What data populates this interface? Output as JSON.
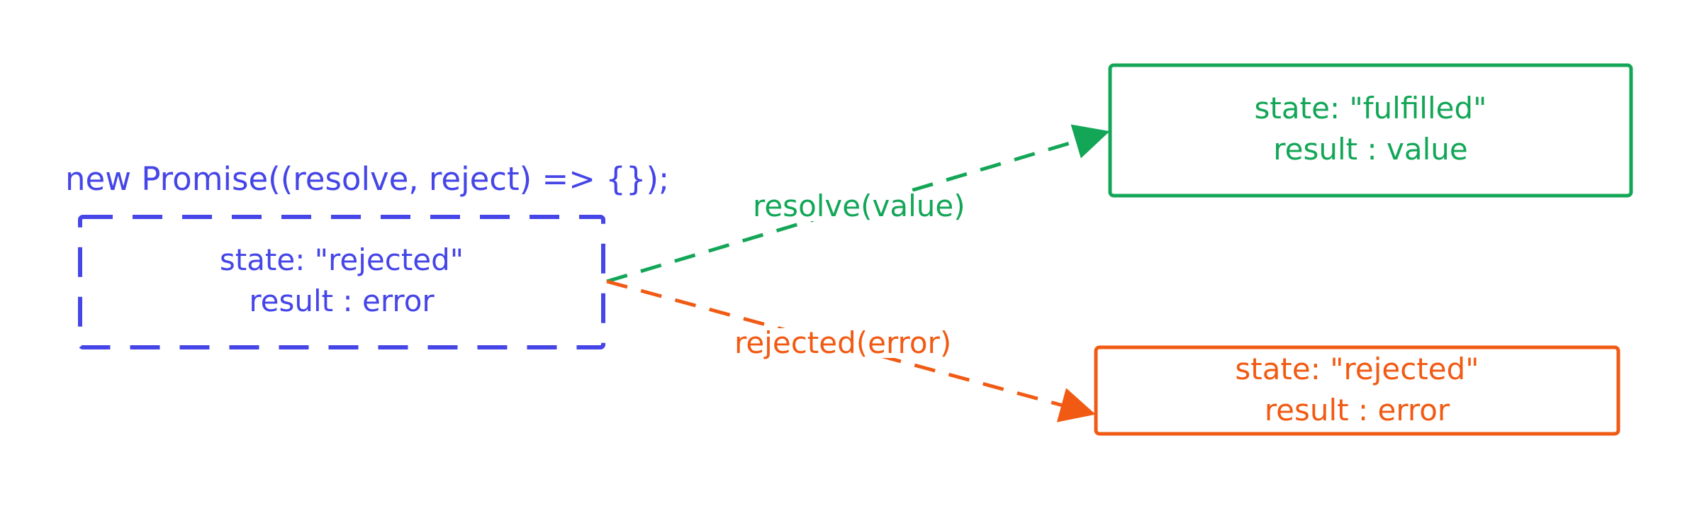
{
  "colors": {
    "pending": "#4545e8",
    "fulfilled": "#13a657",
    "rejected": "#f15a13",
    "background": "#ffffff"
  },
  "source": {
    "caption": "new Promise((resolve, reject) => {});",
    "state_line": "state: \"rejected\"",
    "result_line": "result : error"
  },
  "fulfilled_box": {
    "state_line": "state: \"fulfilled\"",
    "result_line": "result : value"
  },
  "rejected_box": {
    "state_line": "state: \"rejected\"",
    "result_line": "result : error"
  },
  "edges": {
    "resolve_label": "resolve(value)",
    "reject_label": "rejected(error)"
  }
}
